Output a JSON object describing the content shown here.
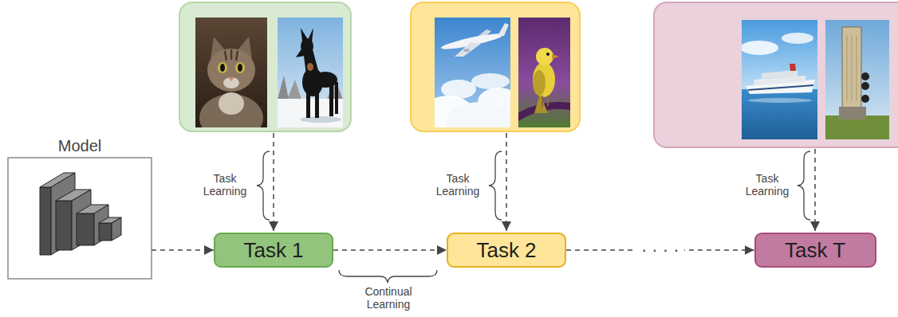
{
  "diagram": {
    "nodes": [
      {
        "text": [
          "Model"
        ]
      },
      {
        "text": [
          "Task 1"
        ]
      },
      {
        "text": [
          "Task 2"
        ]
      },
      {
        "text": [
          "Task T"
        ]
      }
    ],
    "edges": [
      {
        "from": 0,
        "to": 1,
        "arrow": "to"
      },
      {
        "from": 1,
        "to": 2,
        "arrow": "to"
      },
      {
        "from": 2,
        "to": 3,
        "label": "· · · ·",
        "arrow": "to"
      }
    ],
    "labels": [
      "Task Learning",
      "Task Learning",
      "Task Learning",
      "Continual Learning"
    ]
  }
}
